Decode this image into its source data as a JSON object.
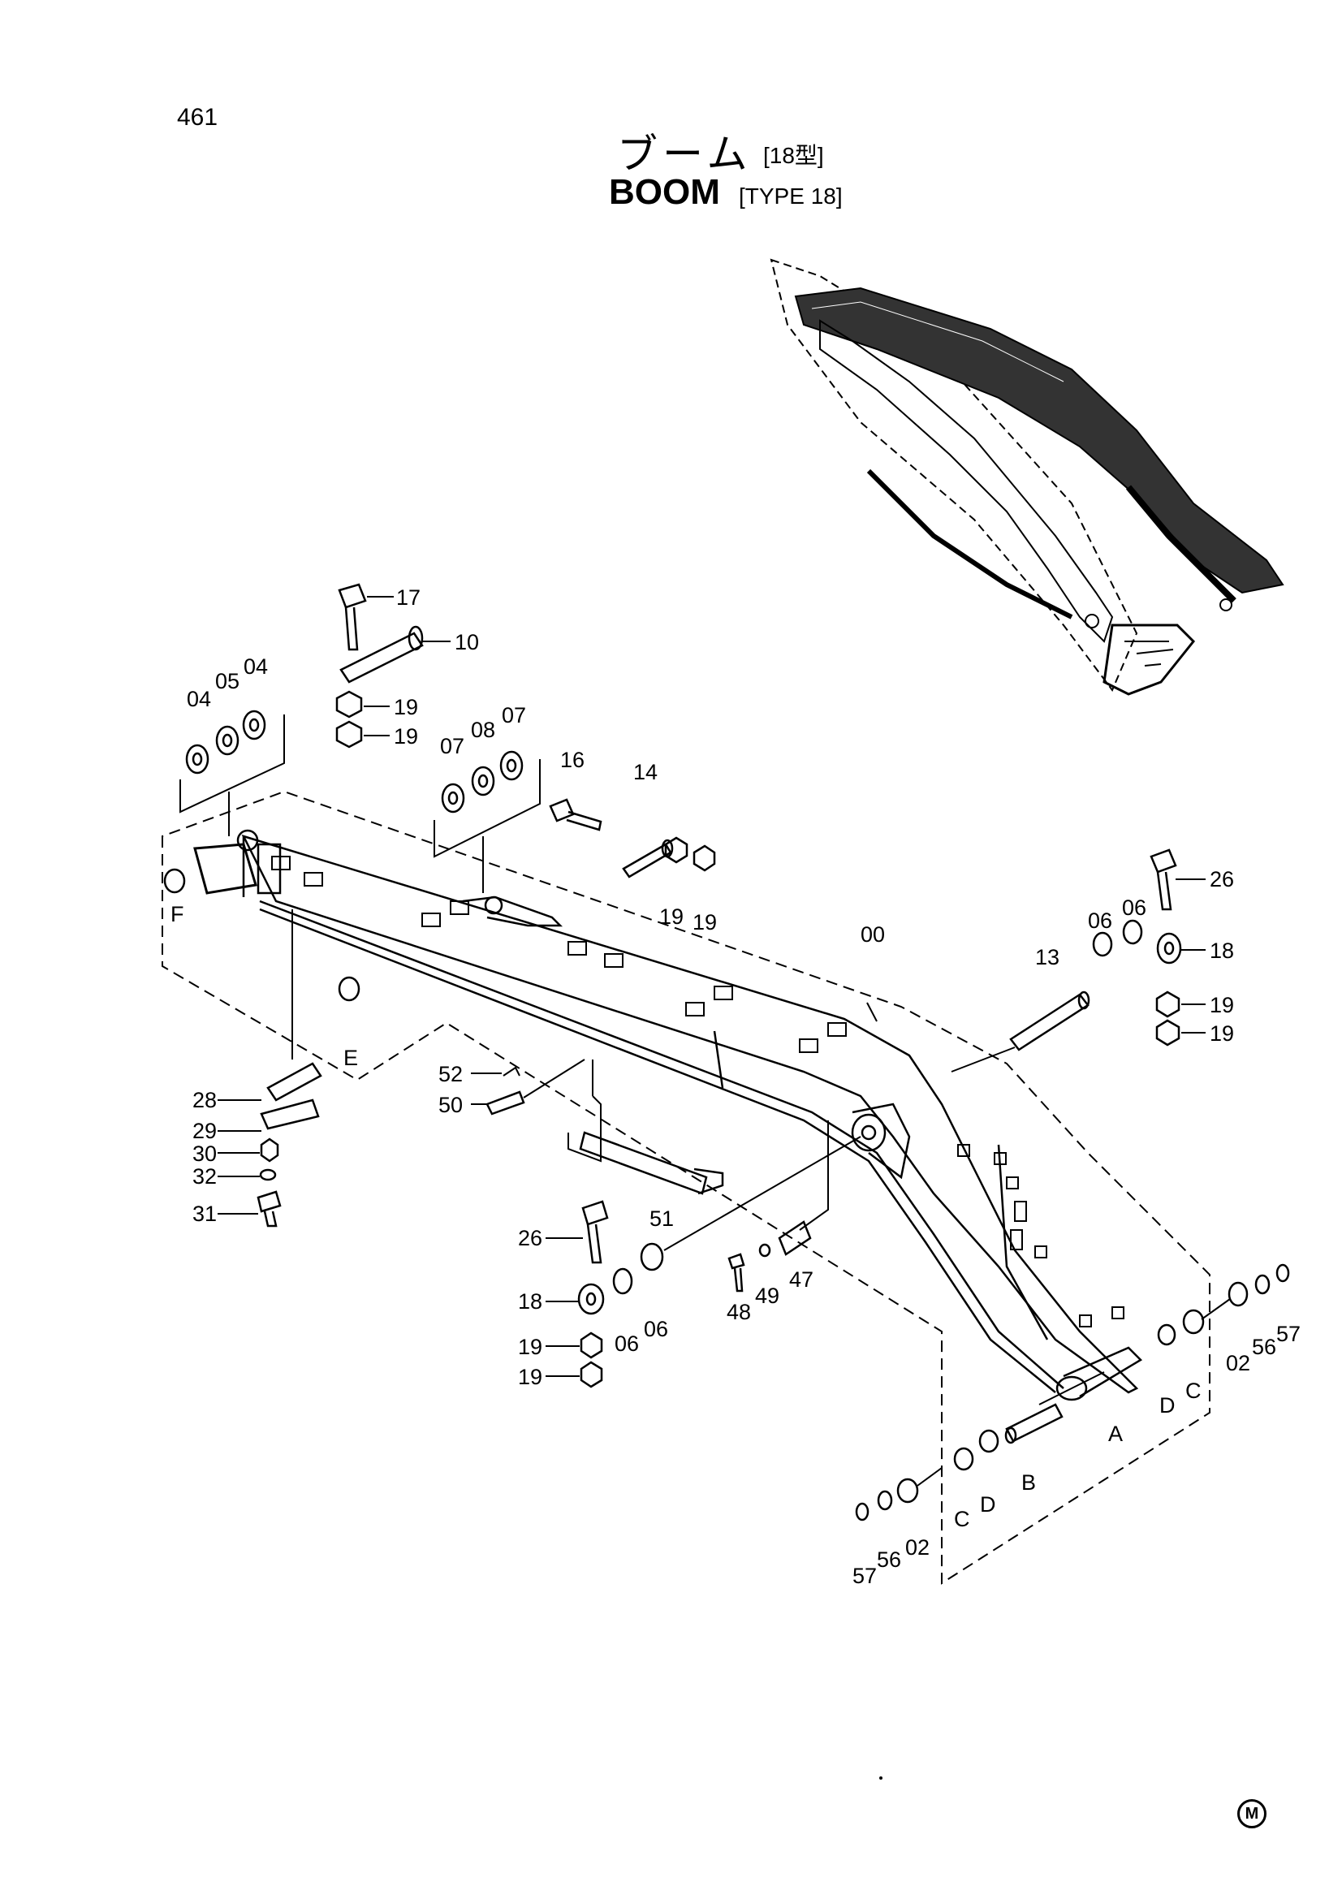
{
  "page": {
    "number": "461",
    "title_jp": "ブーム",
    "type_jp": "[18型]",
    "title_en": "BOOM",
    "type_en": "[TYPE 18]",
    "maker_mark": "M"
  },
  "callouts": [
    {
      "id": "c17",
      "label": "17"
    },
    {
      "id": "c10",
      "label": "10"
    },
    {
      "id": "c19a",
      "label": "19"
    },
    {
      "id": "c19b",
      "label": "19"
    },
    {
      "id": "c04a",
      "label": "04"
    },
    {
      "id": "c05",
      "label": "05"
    },
    {
      "id": "c04b",
      "label": "04"
    },
    {
      "id": "c07a",
      "label": "07"
    },
    {
      "id": "c08",
      "label": "08"
    },
    {
      "id": "c07b",
      "label": "07"
    },
    {
      "id": "c16",
      "label": "16"
    },
    {
      "id": "c14",
      "label": "14"
    },
    {
      "id": "c19c",
      "label": "19"
    },
    {
      "id": "c19d",
      "label": "19"
    },
    {
      "id": "cF",
      "label": "F"
    },
    {
      "id": "cE",
      "label": "E"
    },
    {
      "id": "c00",
      "label": "00"
    },
    {
      "id": "c26a",
      "label": "26"
    },
    {
      "id": "c06a",
      "label": "06"
    },
    {
      "id": "c06b",
      "label": "06"
    },
    {
      "id": "c13",
      "label": "13"
    },
    {
      "id": "c18a",
      "label": "18"
    },
    {
      "id": "c19e",
      "label": "19"
    },
    {
      "id": "c19f",
      "label": "19"
    },
    {
      "id": "c28",
      "label": "28"
    },
    {
      "id": "c29",
      "label": "29"
    },
    {
      "id": "c30",
      "label": "30"
    },
    {
      "id": "c32",
      "label": "32"
    },
    {
      "id": "c31",
      "label": "31"
    },
    {
      "id": "c52",
      "label": "52"
    },
    {
      "id": "c50",
      "label": "50"
    },
    {
      "id": "c51",
      "label": "51"
    },
    {
      "id": "c26b",
      "label": "26"
    },
    {
      "id": "c18b",
      "label": "18"
    },
    {
      "id": "c19g",
      "label": "19"
    },
    {
      "id": "c19h",
      "label": "19"
    },
    {
      "id": "c06c",
      "label": "06"
    },
    {
      "id": "c06d",
      "label": "06"
    },
    {
      "id": "c48",
      "label": "48"
    },
    {
      "id": "c49",
      "label": "49"
    },
    {
      "id": "c47",
      "label": "47"
    },
    {
      "id": "cA",
      "label": "A"
    },
    {
      "id": "cD1",
      "label": "D"
    },
    {
      "id": "cC1",
      "label": "C"
    },
    {
      "id": "c02a",
      "label": "02"
    },
    {
      "id": "c56a",
      "label": "56"
    },
    {
      "id": "c57a",
      "label": "57"
    },
    {
      "id": "cB",
      "label": "B"
    },
    {
      "id": "cC2",
      "label": "C"
    },
    {
      "id": "cD2",
      "label": "D"
    },
    {
      "id": "c02b",
      "label": "02"
    },
    {
      "id": "c56b",
      "label": "56"
    },
    {
      "id": "c57b",
      "label": "57"
    }
  ]
}
